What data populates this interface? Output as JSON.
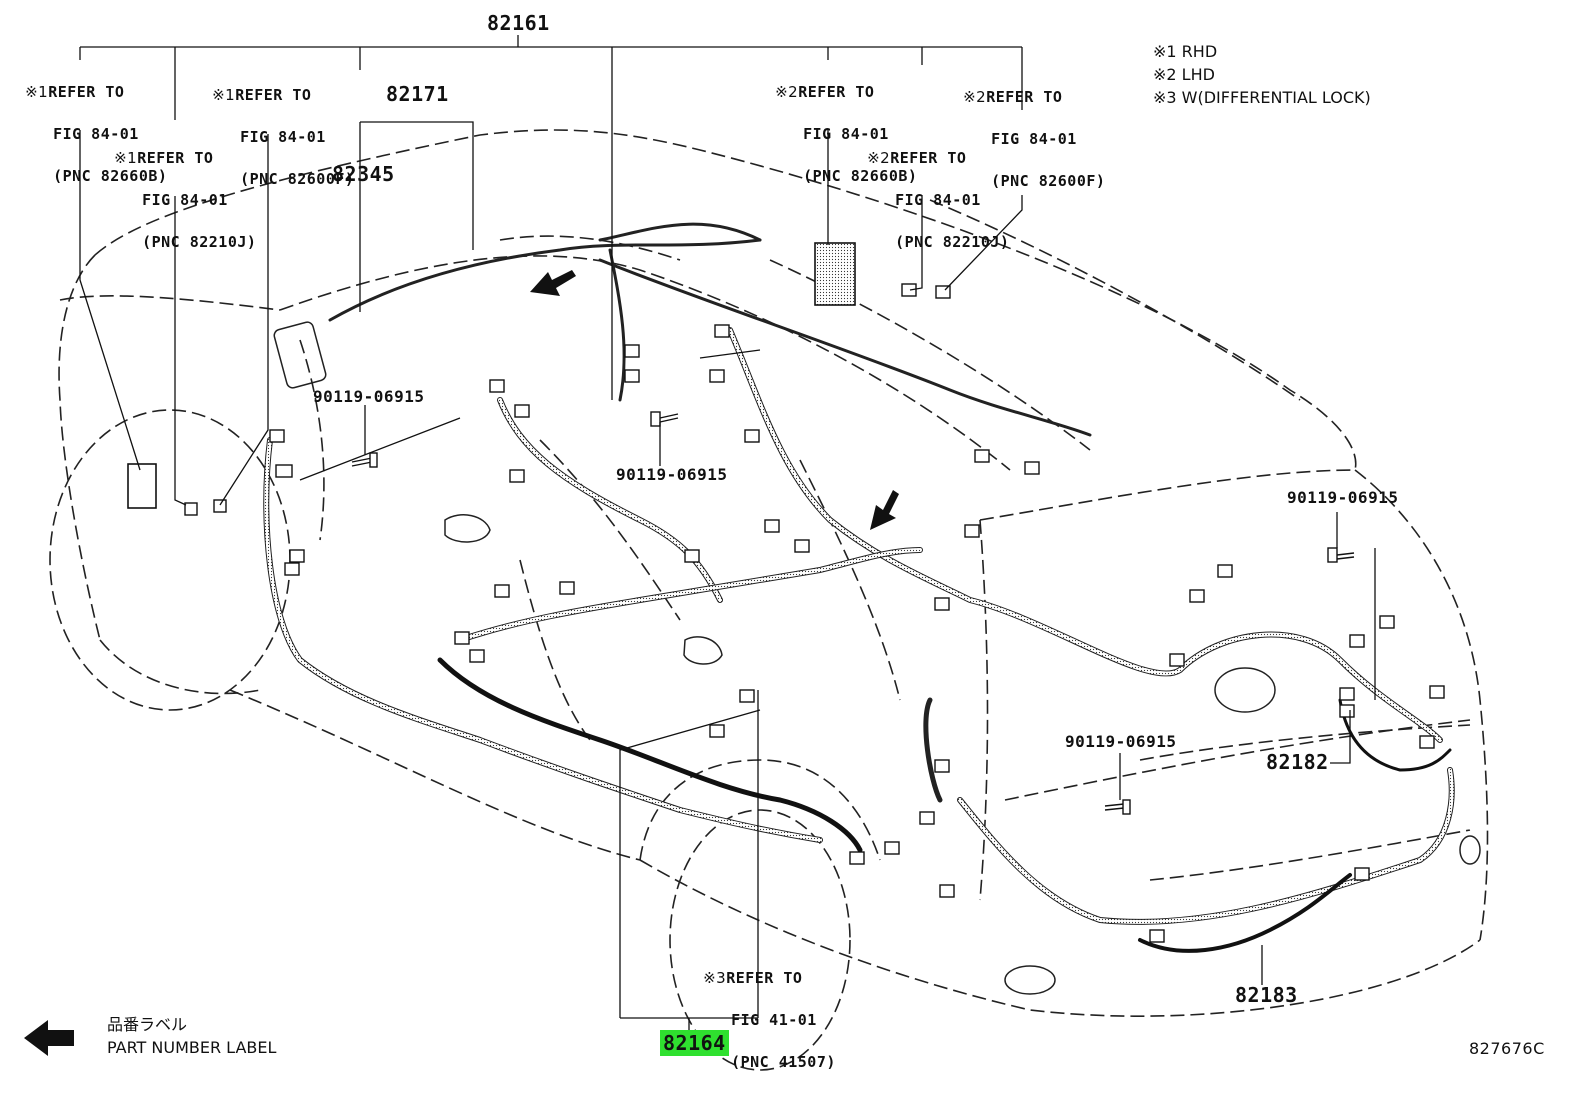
{
  "parts": {
    "p82161": "82161",
    "p82171": "82171",
    "p82345": "82345",
    "p82164": "82164",
    "p82182": "82182",
    "p82183": "82183",
    "bolt_a": "90119-06915",
    "bolt_b": "90119-06915",
    "bolt_c": "90119-06915",
    "bolt_d": "90119-06915"
  },
  "refs": {
    "r1": {
      "mark": "※1",
      "line1": "REFER TO",
      "line2": "FIG 84-01",
      "line3": "(PNC 82660B)"
    },
    "r2": {
      "mark": "※1",
      "line1": "REFER TO",
      "line2": "FIG 84-01",
      "line3": "(PNC 82600F)"
    },
    "r3": {
      "mark": "※1",
      "line1": "REFER TO",
      "line2": "FIG 84-01",
      "line3": "(PNC 82210J)"
    },
    "r4": {
      "mark": "※2",
      "line1": "REFER TO",
      "line2": "FIG 84-01",
      "line3": "(PNC 82660B)"
    },
    "r5": {
      "mark": "※2",
      "line1": "REFER TO",
      "line2": "FIG 84-01",
      "line3": "(PNC 82600F)"
    },
    "r6": {
      "mark": "※2",
      "line1": "REFER TO",
      "line2": "FIG 84-01",
      "line3": "(PNC 82210J)"
    },
    "r7": {
      "mark": "※3",
      "line1": "REFER TO",
      "line2": "FIG 41-01",
      "line3": "(PNC 41507)"
    }
  },
  "legend_notes": [
    "※1 RHD",
    "※2 LHD",
    "※3 W(DIFFERENTIAL LOCK)"
  ],
  "part_label_legend": {
    "jp": "品番ラベル",
    "en": "PART NUMBER LABEL"
  },
  "diagram_id": "827676C",
  "colors": {
    "highlight": "#2fe02f",
    "line": "#111111"
  },
  "icons": {
    "arrow": "left-arrow-icon"
  }
}
